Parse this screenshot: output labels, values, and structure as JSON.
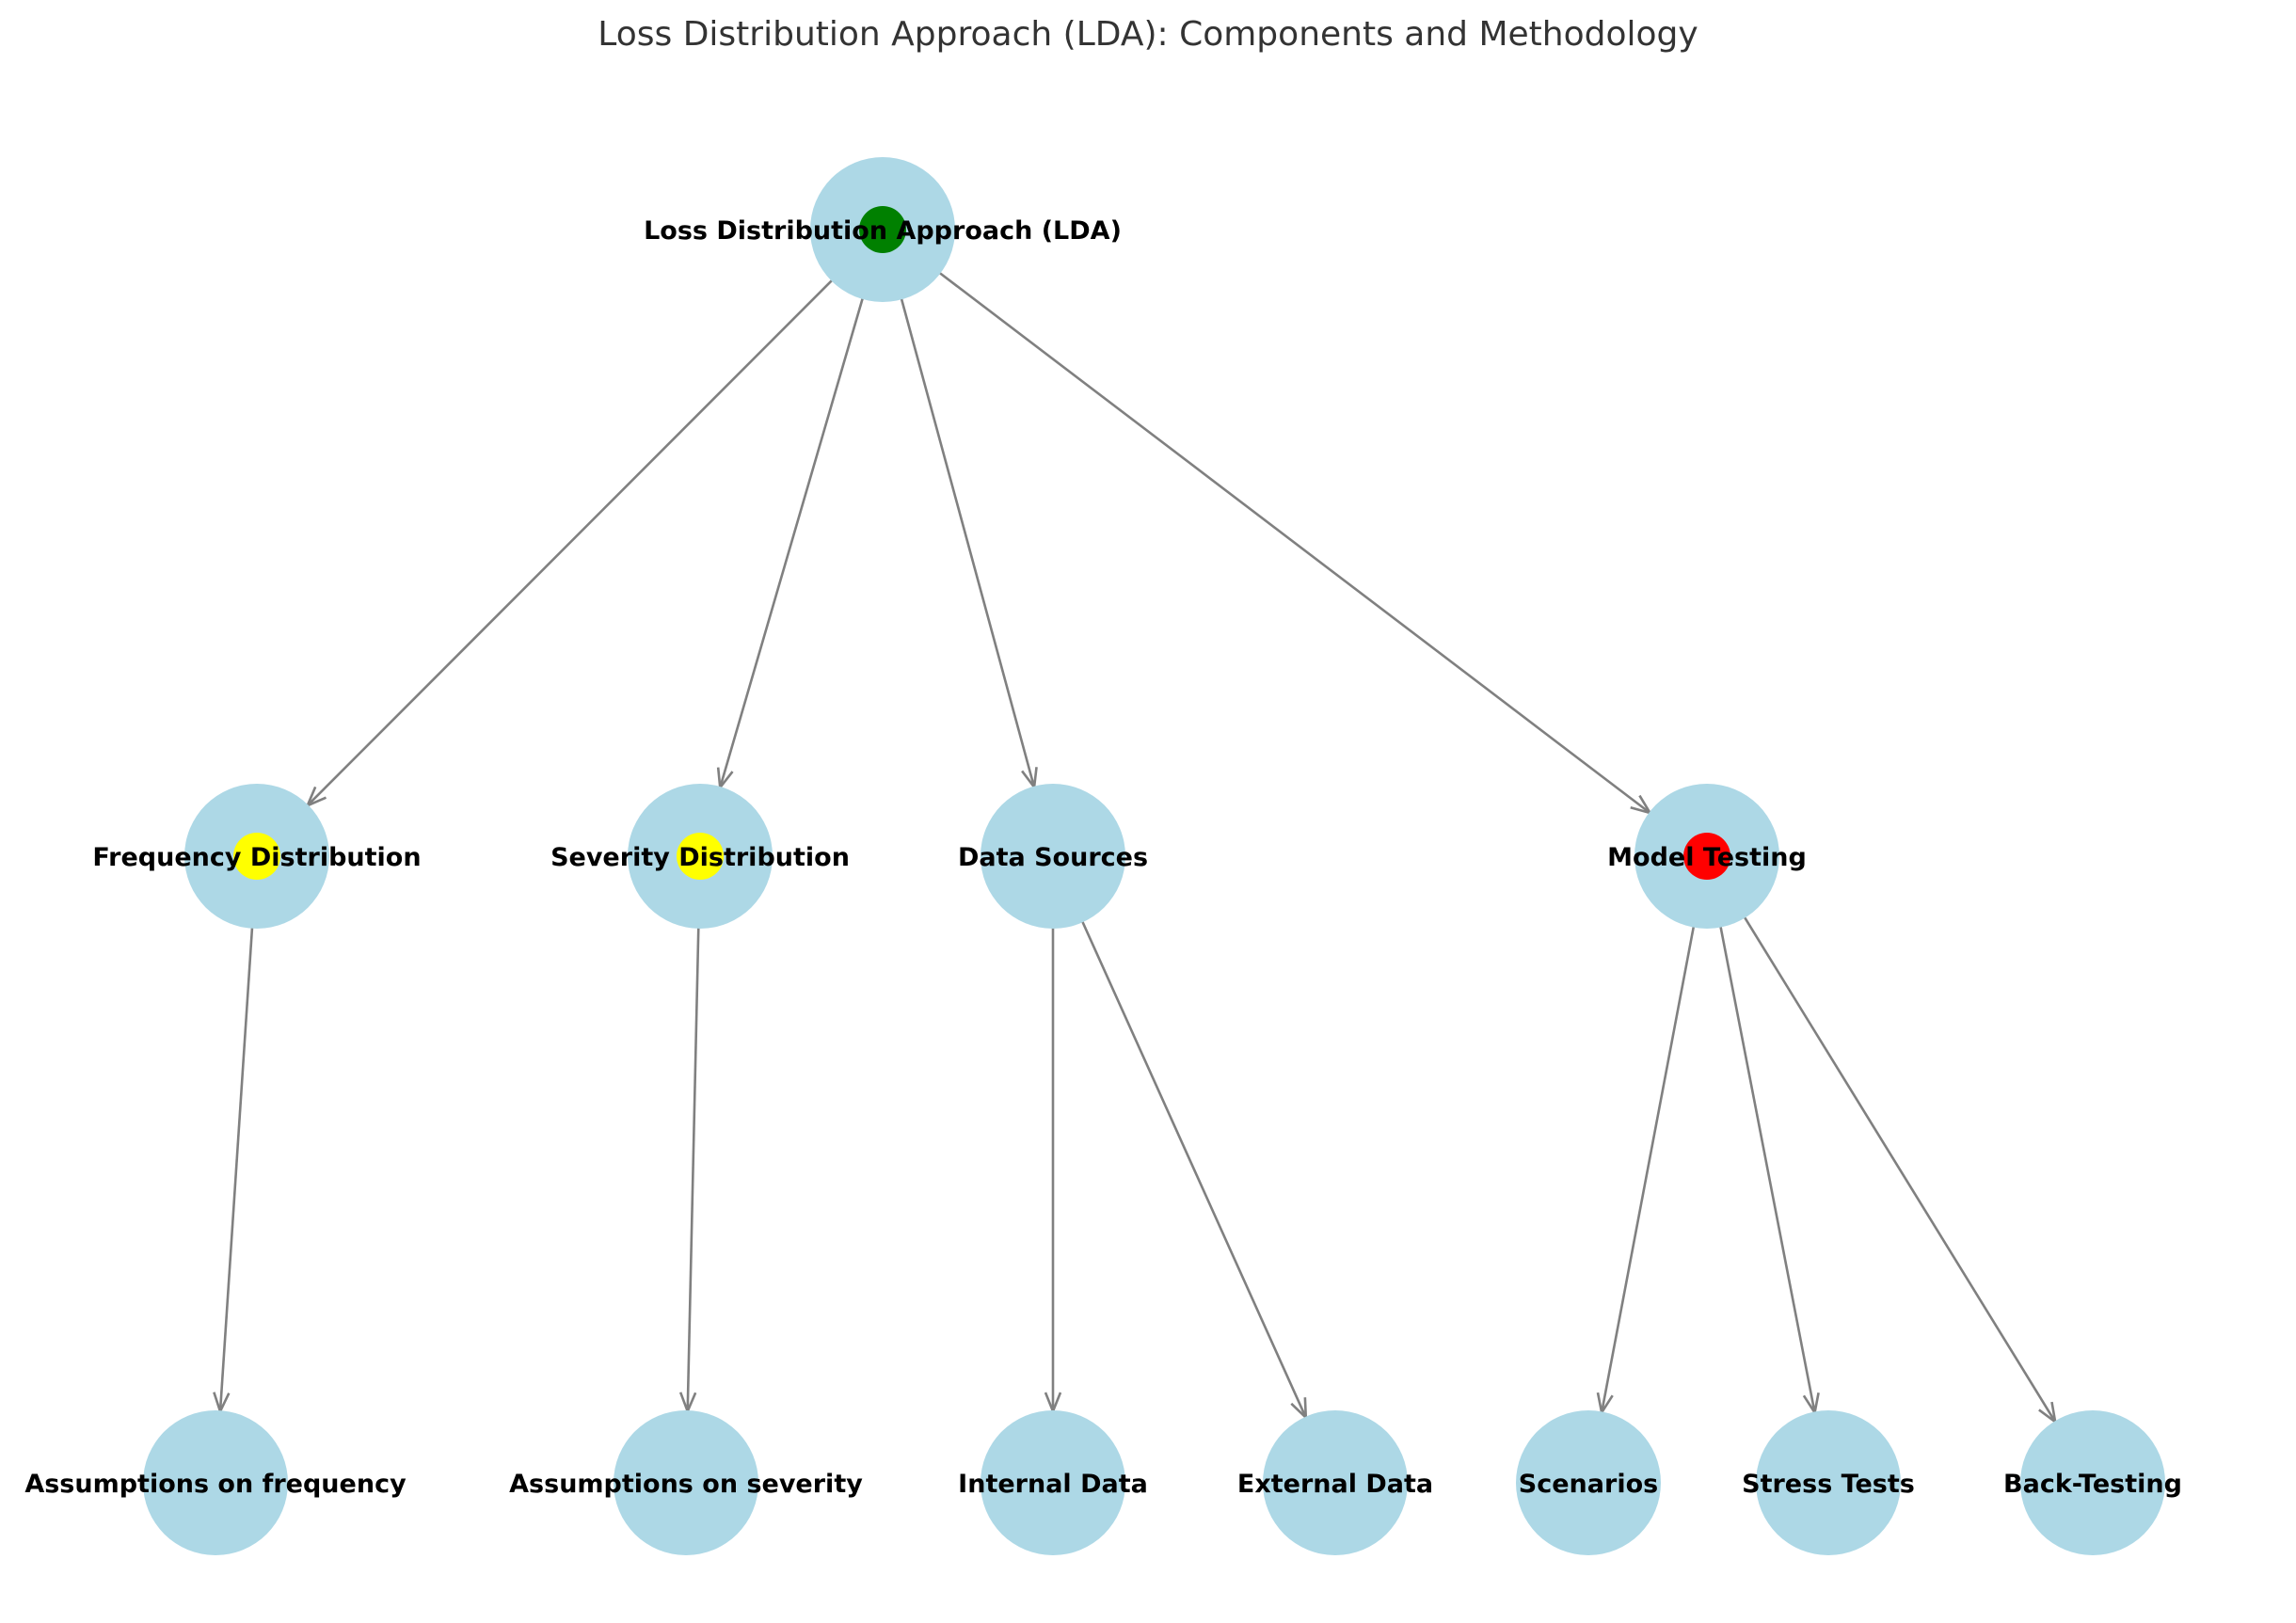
{
  "title": "Loss Distribution Approach (LDA): Components and Methodology",
  "colors": {
    "node_fill": "#add8e6",
    "edge": "#808080",
    "status_green": "#008000",
    "status_yellow": "#ffff00",
    "status_red": "#ff0000"
  },
  "nodes": [
    {
      "id": "lda",
      "label": "Loss Distribution Approach (LDA)",
      "status": "green"
    },
    {
      "id": "freq",
      "label": "Frequency Distribution",
      "status": "yellow"
    },
    {
      "id": "sev",
      "label": "Severity Distribution",
      "status": "yellow"
    },
    {
      "id": "data",
      "label": "Data Sources"
    },
    {
      "id": "model",
      "label": "Model Testing",
      "status": "red"
    },
    {
      "id": "afreq",
      "label": "Assumptions on frequency"
    },
    {
      "id": "asev",
      "label": "Assumptions on severity"
    },
    {
      "id": "internal",
      "label": "Internal Data"
    },
    {
      "id": "external",
      "label": "External Data"
    },
    {
      "id": "scen",
      "label": "Scenarios"
    },
    {
      "id": "stress",
      "label": "Stress Tests"
    },
    {
      "id": "back",
      "label": "Back-Testing"
    }
  ],
  "edges": [
    {
      "from": "lda",
      "to": "freq"
    },
    {
      "from": "lda",
      "to": "sev"
    },
    {
      "from": "lda",
      "to": "data"
    },
    {
      "from": "lda",
      "to": "model"
    },
    {
      "from": "freq",
      "to": "afreq"
    },
    {
      "from": "sev",
      "to": "asev"
    },
    {
      "from": "data",
      "to": "internal"
    },
    {
      "from": "data",
      "to": "external"
    },
    {
      "from": "model",
      "to": "scen"
    },
    {
      "from": "model",
      "to": "stress"
    },
    {
      "from": "model",
      "to": "back"
    }
  ]
}
